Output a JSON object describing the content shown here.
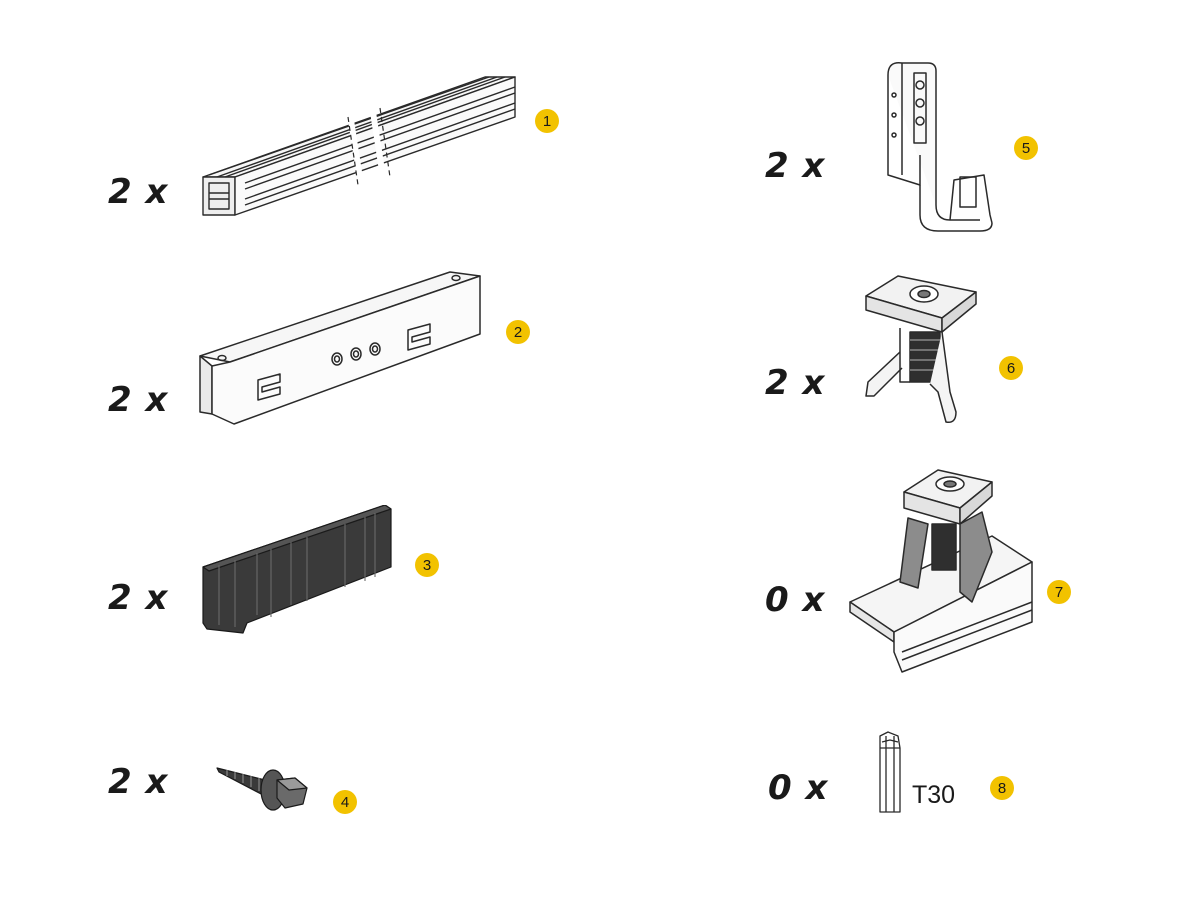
{
  "items": [
    {
      "qty": "2 x",
      "number": "1",
      "icon": "rail-profile-icon"
    },
    {
      "qty": "2 x",
      "number": "2",
      "icon": "rail-connector-icon"
    },
    {
      "qty": "2 x",
      "number": "3",
      "icon": "rubber-spacer-icon"
    },
    {
      "qty": "2 x",
      "number": "4",
      "icon": "hex-screw-icon"
    },
    {
      "qty": "2 x",
      "number": "5",
      "icon": "roof-hook-icon"
    },
    {
      "qty": "2 x",
      "number": "6",
      "icon": "end-clamp-icon"
    },
    {
      "qty": "0 x",
      "number": "7",
      "icon": "middle-clamp-icon"
    },
    {
      "qty": "0 x",
      "number": "8",
      "icon": "torx-bit-icon"
    }
  ],
  "tool_label": "T30",
  "colors": {
    "badge": "#f2c200",
    "text": "#1a1a1a",
    "line": "#2a2a2a",
    "rubber": "#3a3a3a"
  }
}
